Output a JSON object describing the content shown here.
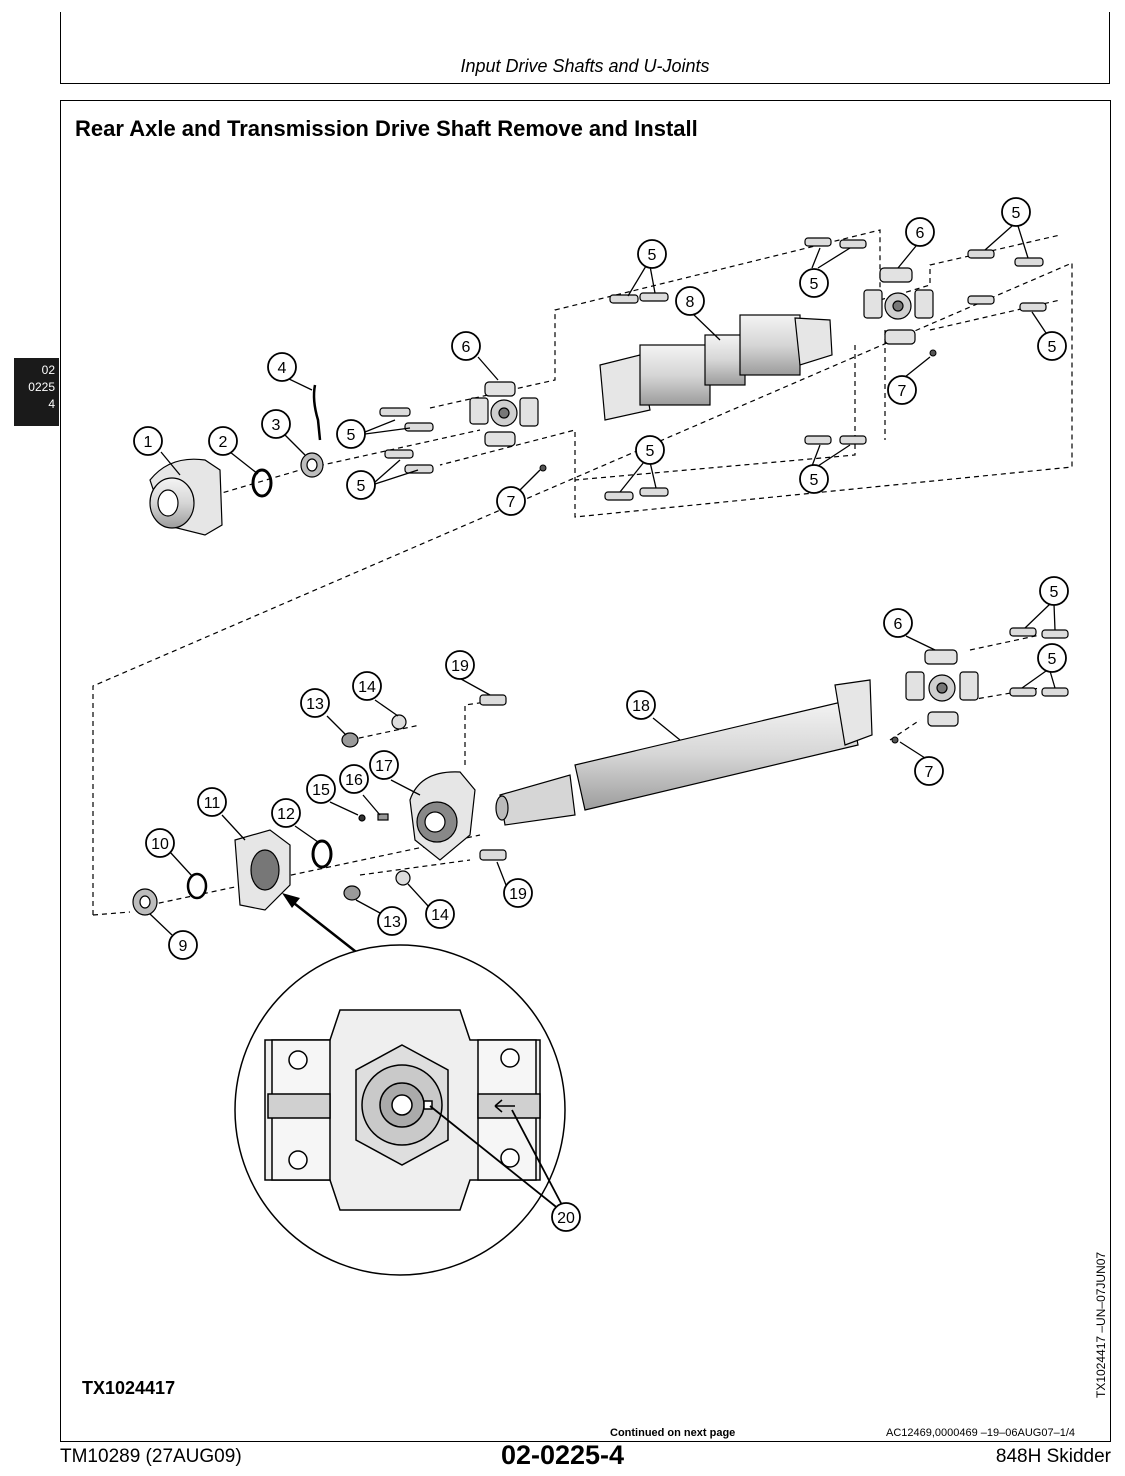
{
  "header": {
    "title": "Input Drive Shafts and U-Joints"
  },
  "section": {
    "title": "Rear Axle and Transmission Drive Shaft Remove and Install"
  },
  "side_tab": {
    "line1": "02",
    "line2": "0225",
    "line3": "4"
  },
  "figure": {
    "ref": "TX1024417",
    "side_id": "TX1024417  –UN–07JUN07",
    "callouts": {
      "c1": "1",
      "c2": "2",
      "c3": "3",
      "c4": "4",
      "c5": "5",
      "c6": "6",
      "c7": "7",
      "c8": "8",
      "c9": "9",
      "c10": "10",
      "c11": "11",
      "c12": "12",
      "c13": "13",
      "c14": "14",
      "c15": "15",
      "c16": "16",
      "c17": "17",
      "c18": "18",
      "c19": "19",
      "c20": "20"
    }
  },
  "footer": {
    "continued": "Continued on next page",
    "docref": "AC12469,0000469   –19–06AUG07–1/4",
    "left": "TM10289 (27AUG09)",
    "center": "02-0225-4",
    "right": "848H Skidder"
  },
  "colors": {
    "ink": "#000000",
    "part_fill": "#e8e8e8",
    "shade": "#9a9a9a",
    "tab": "#1a1a1a"
  }
}
